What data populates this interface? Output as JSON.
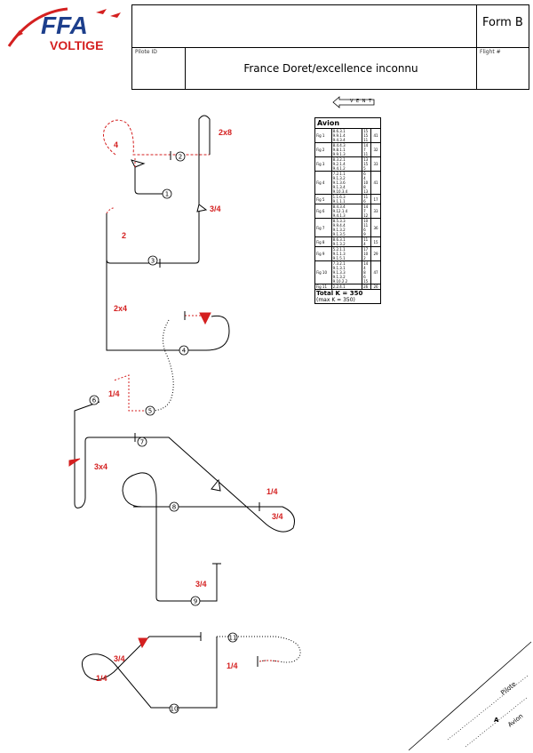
{
  "logo": {
    "brand": "FFA",
    "subtitle": "VOLTIGE"
  },
  "header": {
    "form_label": "Form B",
    "pilot_id_label": "Pilote ID",
    "flight_label": "Flight #",
    "pilot_name": "France Doret/excellence inconnu"
  },
  "wind": {
    "label": "V E N T"
  },
  "ktable": {
    "title": "Avion",
    "rows": [
      {
        "fig": "Fig 1",
        "cat": "8.6.3.1\n9.9.1.4\n9.4.3.4",
        "k": "15\n15\n11",
        "total": "41"
      },
      {
        "fig": "Fig 2",
        "cat": "8.4.4.3\n9.8.1.1\n9.9.1.3",
        "k": "14\n7\n11",
        "total": "32"
      },
      {
        "fig": "Fig 3",
        "cat": "8.3.2.1\n9.2.1.4\n9.4.1.2",
        "k": "13\n15\n5",
        "total": "33"
      },
      {
        "fig": "Fig 4",
        "cat": "7.2.1.1\n9.1.3.2\n9.1.3.6\n9.1.3.4\n9.10.3.4",
        "k": "6\n4\n10\n8\n13",
        "total": "41"
      },
      {
        "fig": "Fig 5",
        "cat": "1.1.6.3\n9.1.1.1",
        "k": "11\n6",
        "total": "17"
      },
      {
        "fig": "Fig 6",
        "cat": "8.4.3.4\n9.12.1.4\n9.4.1.3",
        "k": "14\n7\n12",
        "total": "33"
      },
      {
        "fig": "Fig 7",
        "cat": "8.5.3.3\n9.9.4.4\n9.1.3.2\n9.1.3.5",
        "k": "10\n11\n6\n9",
        "total": "36"
      },
      {
        "fig": "Fig 8",
        "cat": "8.6.3.1\n9.1.3.2",
        "k": "11\n4",
        "total": "15"
      },
      {
        "fig": "Fig 9",
        "cat": "5.2.1.1\n9.1.1.3\n9.1.5.1",
        "k": "17\n10\n2",
        "total": "29"
      },
      {
        "fig": "Fig 10",
        "cat": "7.3.2.1\n9.1.3.1\n9.1.3.3\n9.1.3.2\n9.10.2.2",
        "k": "14\n4\n8\n6\n15",
        "total": "47"
      },
      {
        "fig": "Fig 11",
        "cat": "2.2.4.1",
        "k": "26",
        "total": "26"
      }
    ],
    "total_label": "Total K = 350",
    "max_label": "(max K = 350)"
  },
  "figure_numbers": [
    "1",
    "2",
    "3",
    "4",
    "5",
    "6",
    "7",
    "8",
    "9",
    "10",
    "11"
  ],
  "roll_labels": {
    "fig1_roll": "4",
    "fig2_roll": "2x8",
    "fig3a_roll": "3/4",
    "fig3b_roll": "2",
    "fig4_roll": "2x4",
    "fig6_roll": "1/4",
    "fig6b_roll": "3x4",
    "fig7a_roll": "1/4",
    "fig7b_roll": "3/4",
    "fig9_roll": "3/4",
    "fig10a_roll": "3/4",
    "fig10b_roll": "1/4",
    "fig10c_roll": "1/4"
  },
  "positioning": {
    "pilot_label": "Pilote",
    "avion_label": "Avion",
    "marker": "A"
  },
  "colors": {
    "red": "#d42020",
    "blue": "#1d3f8c",
    "black": "#000000"
  }
}
